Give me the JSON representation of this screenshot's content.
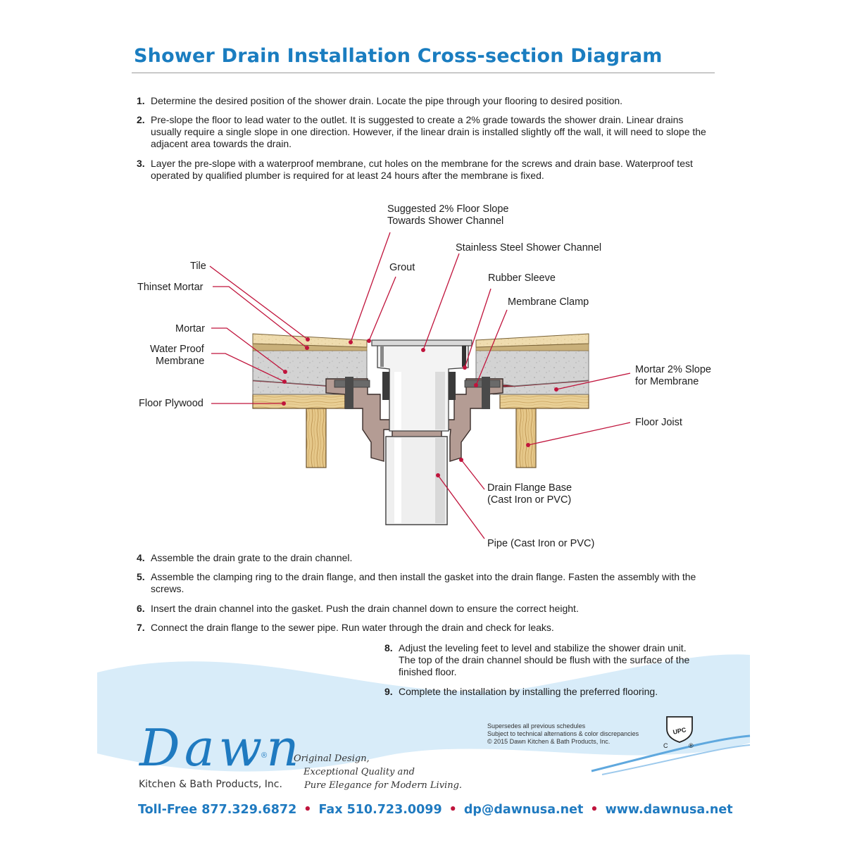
{
  "title": "Shower Drain Installation Cross-section Diagram",
  "steps_top": [
    {
      "num": "1.",
      "text": "Determine the desired position of the shower drain.  Locate the pipe through your flooring to desired position."
    },
    {
      "num": "2.",
      "text": "Pre-slope the floor to lead water to the outlet. It is suggested to create a 2% grade towards the shower drain.  Linear drains usually require a single slope in one direction.  However, if the linear drain is installed slightly off the wall, it will need to slope the adjacent area towards the drain."
    },
    {
      "num": "3.",
      "text": "Layer the pre-slope with a waterproof membrane, cut holes on the membrane for the screws and drain base.  Waterproof test operated by qualified plumber is required for at least 24 hours after the membrane is fixed."
    }
  ],
  "steps_bottom": [
    {
      "num": "4.",
      "text": "Assemble the drain grate to the drain channel."
    },
    {
      "num": "5.",
      "text": "Assemble the clamping ring to the drain flange, and then install the gasket into the drain flange. Fasten the assembly with the screws."
    },
    {
      "num": "6.",
      "text": "Insert the drain channel into the gasket. Push the drain channel down to ensure the correct height."
    },
    {
      "num": "7.",
      "text": "Connect the drain flange to the sewer pipe. Run water through the drain and check for leaks."
    },
    {
      "num": "8.",
      "text": "Adjust the leveling feet to level and stabilize the shower drain unit.  The top of the drain channel should be flush with the surface of the finished floor."
    },
    {
      "num": "9.",
      "text": "Complete the installation by installing the preferred flooring."
    }
  ],
  "labels": {
    "floor_slope_1": "Suggested 2% Floor Slope",
    "floor_slope_2": "Towards Shower Channel",
    "channel": "Stainless Steel Shower Channel",
    "tile": "Tile",
    "thinset": "Thinset Mortar",
    "grout": "Grout",
    "rubber_sleeve": "Rubber Sleeve",
    "membrane_clamp": "Membrane Clamp",
    "mortar": "Mortar",
    "membrane_1": "Water Proof",
    "membrane_2": "Membrane",
    "mortar_slope_1": "Mortar 2% Slope",
    "mortar_slope_2": "for Membrane",
    "plywood": "Floor Plywood",
    "joist": "Floor Joist",
    "flange_1": "Drain Flange Base",
    "flange_2": "(Cast Iron or PVC)",
    "pipe": "Pipe (Cast Iron or PVC)"
  },
  "footer": {
    "logo": "Dawn",
    "reg": "®",
    "company": "Kitchen & Bath Products, Inc.",
    "tagline_1": "Original Design,",
    "tagline_2": "Exceptional Quality and",
    "tagline_3": "Pure Elegance for Modern Living.",
    "legal_1": "Supersedes all previous schedules",
    "legal_2": "Subject to technical alternations & color discrepancies",
    "legal_3": "© 2015 Dawn Kitchen & Bath Products, Inc.",
    "upc": "UPC",
    "upc_c": "C",
    "upc_r": "®",
    "tollfree": "Toll-Free  877.329.6872",
    "fax": "Fax  510.723.0099",
    "email": "dp@dawnusa.net",
    "web": "www.dawnusa.net",
    "sep": "•"
  },
  "colors": {
    "title_blue": "#1a7dc0",
    "accent_red": "#c0143c",
    "wood": "#e9cf95",
    "mortar": "#d3d3d3",
    "flange": "#b49c94",
    "pipe": "#efefef",
    "wave": "#cfe6f6"
  }
}
